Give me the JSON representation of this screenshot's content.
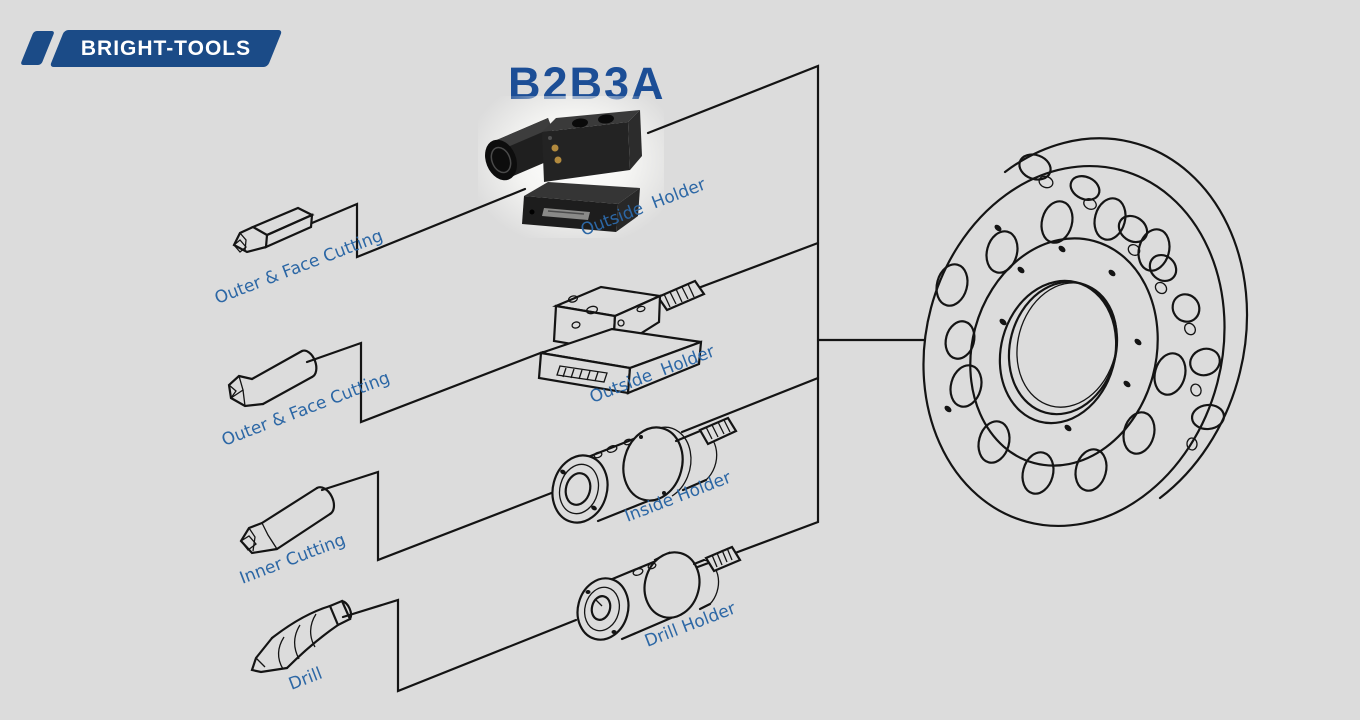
{
  "background_color": "#dcdcdc",
  "logo": {
    "text": "BRIGHT-TOOLS",
    "plate_color": "#1b4b87",
    "text_color": "#ffffff"
  },
  "title": {
    "text": "B2B3A",
    "color": "#1c4e96"
  },
  "colors": {
    "label_blue": "#2c67a5",
    "line_black": "#141414",
    "screw_gold": "#b28a3e"
  },
  "rows": [
    {
      "tool": "square-shank-turning-tool-icon",
      "tool_label": "Outer & Face Cutting",
      "holder": "vdi-radial-holder-photo",
      "holder_label": "Outside Holder"
    },
    {
      "tool": "round-shank-turning-tool-icon",
      "tool_label": "Outer & Face Cutting",
      "holder": "vdi-radial-holder-drawing",
      "holder_label": "Outside Holder"
    },
    {
      "tool": "boring-bar-icon",
      "tool_label": "Inner Cutting",
      "holder": "vdi-boring-holder-drawing",
      "holder_label": "Inside Holder"
    },
    {
      "tool": "twist-drill-icon",
      "tool_label": "Drill",
      "holder": "vdi-drill-holder-drawing",
      "holder_label": "Drill Holder"
    }
  ],
  "turret": {
    "name": "tool-turret-disc"
  }
}
